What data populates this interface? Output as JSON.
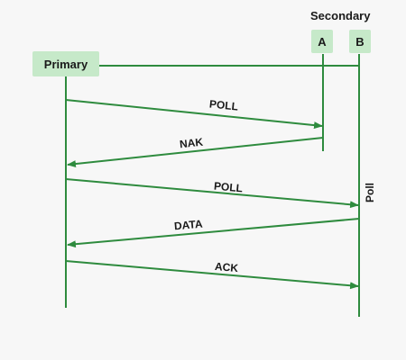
{
  "diagram": {
    "colors": {
      "line": "#2e8b3e",
      "box_fill": "#c6e9c9",
      "text": "#1a1a1a",
      "background": "#f7f7f7"
    },
    "group_title": "Secondary",
    "nodes": {
      "primary": "Primary",
      "a": "A",
      "b": "B"
    },
    "side_label": "Poll",
    "messages": [
      {
        "label": "POLL",
        "from": "Primary",
        "to": "A"
      },
      {
        "label": "NAK",
        "from": "A",
        "to": "Primary"
      },
      {
        "label": "POLL",
        "from": "Primary",
        "to": "B"
      },
      {
        "label": "DATA",
        "from": "B",
        "to": "Primary"
      },
      {
        "label": "ACK",
        "from": "Primary",
        "to": "B"
      }
    ]
  }
}
